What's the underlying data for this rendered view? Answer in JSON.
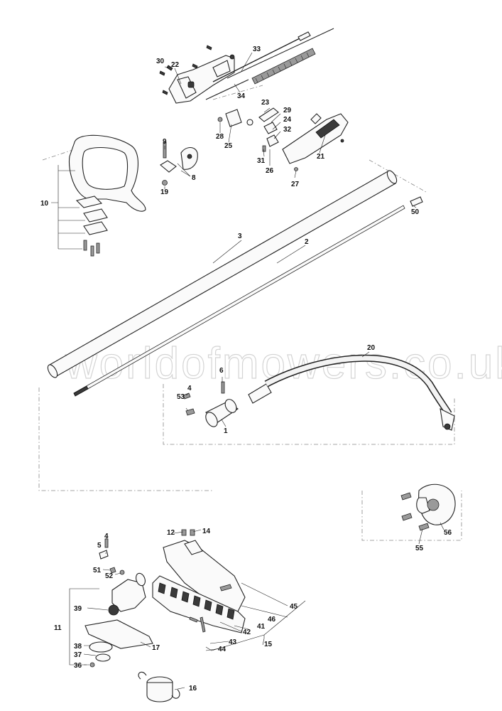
{
  "watermark": "worldofmowers.co.uk",
  "labels": {
    "l1": "1",
    "l2": "2",
    "l3": "3",
    "l4a": "4",
    "l4b": "4",
    "l5": "5",
    "l6": "6",
    "l8": "8",
    "l9": "9",
    "l10": "10",
    "l11": "11",
    "l12": "12",
    "l14": "14",
    "l15": "15",
    "l16": "16",
    "l17": "17",
    "l19": "19",
    "l20": "20",
    "l21": "21",
    "l22": "22",
    "l23": "23",
    "l24": "24",
    "l25": "25",
    "l26": "26",
    "l27": "27",
    "l28": "28",
    "l29": "29",
    "l30": "30",
    "l31": "31",
    "l32": "32",
    "l33": "33",
    "l34": "34",
    "l36": "36",
    "l37": "37",
    "l38": "38",
    "l39": "39",
    "l41": "41",
    "l42": "42",
    "l43": "43",
    "l44": "44",
    "l45": "45",
    "l46": "46",
    "l50": "50",
    "l51": "51",
    "l52": "52",
    "l53": "53",
    "l55": "55",
    "l56": "56"
  }
}
